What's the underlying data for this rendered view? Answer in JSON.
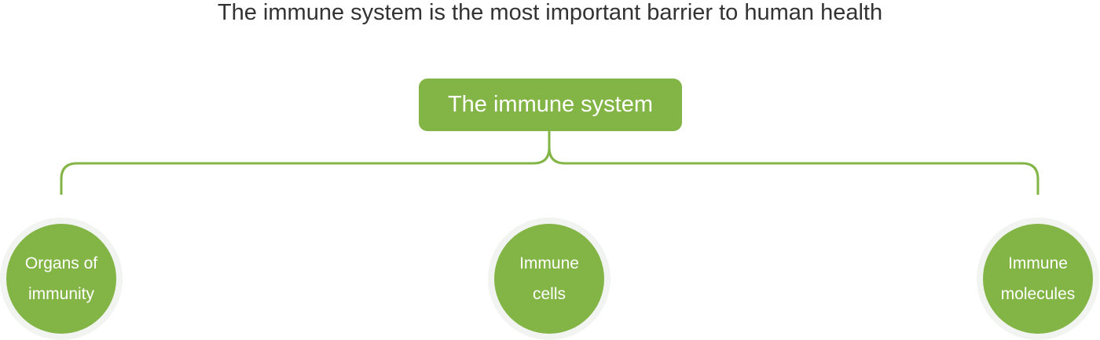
{
  "title": "The immune system is the most important barrier to human health",
  "root": {
    "label": "The immune system"
  },
  "nodes": [
    {
      "line1": "Organs of",
      "line2": "immunity"
    },
    {
      "line1": "Immune",
      "line2": "cells"
    },
    {
      "line1": "Immune",
      "line2": "molecules"
    }
  ],
  "colors": {
    "accent": "#82b545",
    "halo": "#f2f4f1",
    "text": "#333333"
  }
}
